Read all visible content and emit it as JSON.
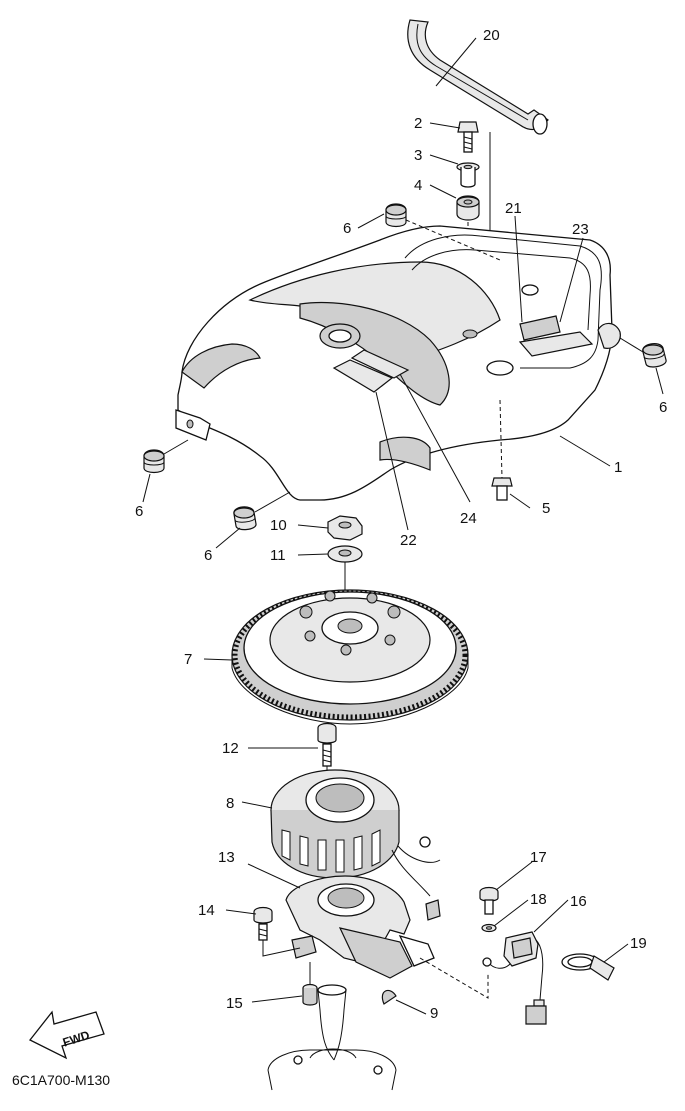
{
  "diagram": {
    "drawing_code": "6C1A700-M130",
    "fwd_label": "FWD",
    "callouts": [
      {
        "id": "c20",
        "label": "20"
      },
      {
        "id": "c2",
        "label": "2"
      },
      {
        "id": "c3",
        "label": "3"
      },
      {
        "id": "c4",
        "label": "4"
      },
      {
        "id": "c21",
        "label": "21"
      },
      {
        "id": "c23",
        "label": "23"
      },
      {
        "id": "c6a",
        "label": "6"
      },
      {
        "id": "c6b",
        "label": "6"
      },
      {
        "id": "c6c",
        "label": "6"
      },
      {
        "id": "c6d",
        "label": "6"
      },
      {
        "id": "c1",
        "label": "1"
      },
      {
        "id": "c5",
        "label": "5"
      },
      {
        "id": "c22",
        "label": "22"
      },
      {
        "id": "c24",
        "label": "24"
      },
      {
        "id": "c10",
        "label": "10"
      },
      {
        "id": "c11",
        "label": "11"
      },
      {
        "id": "c7",
        "label": "7"
      },
      {
        "id": "c12",
        "label": "12"
      },
      {
        "id": "c8",
        "label": "8"
      },
      {
        "id": "c13",
        "label": "13"
      },
      {
        "id": "c17",
        "label": "17"
      },
      {
        "id": "c18",
        "label": "18"
      },
      {
        "id": "c16",
        "label": "16"
      },
      {
        "id": "c14",
        "label": "14"
      },
      {
        "id": "c19",
        "label": "19"
      },
      {
        "id": "c15",
        "label": "15"
      },
      {
        "id": "c9",
        "label": "9"
      }
    ]
  }
}
